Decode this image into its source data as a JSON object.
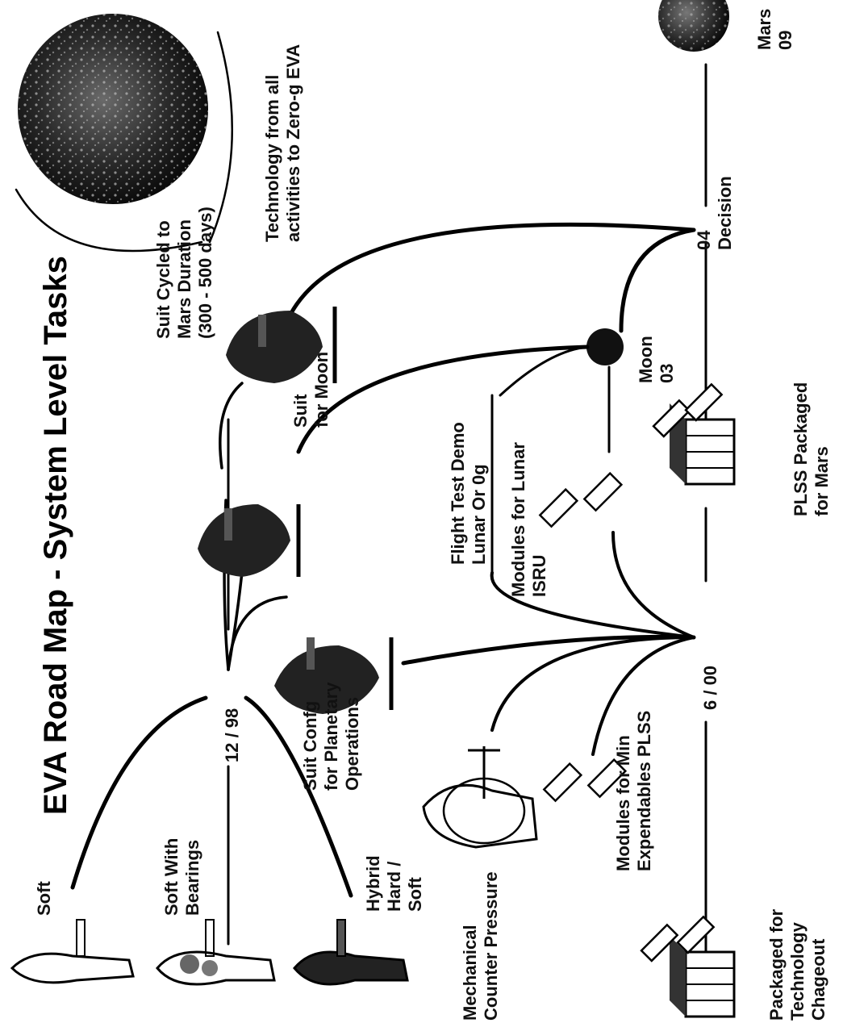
{
  "title": "EVA Road Map - System Level Tasks",
  "earth_caption": [
    "Technology from all",
    "activities to Zero-g EVA"
  ],
  "suits": {
    "soft": "Soft",
    "soft_bearings": [
      "Soft With",
      "Bearings"
    ],
    "hybrid": [
      "Hybrid",
      "Hard /",
      "Soft"
    ],
    "planetary": [
      "Suit Confg",
      "for Planetary",
      "Operations"
    ],
    "moon": [
      "Suit",
      "for Moon"
    ],
    "mars_duration": [
      "Suit Cycled to",
      "Mars Duration",
      "(300 - 500 days)"
    ],
    "counter_pressure": [
      "Mechanical",
      "Counter Pressure"
    ]
  },
  "modules": {
    "min_plss": [
      "Modules for Min",
      "Expendables PLSS"
    ],
    "lunar_isru": [
      "Modules for Lunar",
      "ISRU"
    ],
    "flight_test": [
      "Flight Test Demo",
      "Lunar Or 0g"
    ]
  },
  "packages": {
    "chageout": [
      "Packaged for",
      "Technology",
      "Chageout"
    ],
    "plss_mars": [
      "PLSS Packaged",
      "for Mars"
    ]
  },
  "milestones": {
    "m1298": "12 / 98",
    "m600": "6 / 00",
    "moon_label": "Moon",
    "moon_year": "03",
    "decision_year": "04",
    "decision_label": "Decision",
    "mars_label": "Mars",
    "mars_year": "09"
  }
}
